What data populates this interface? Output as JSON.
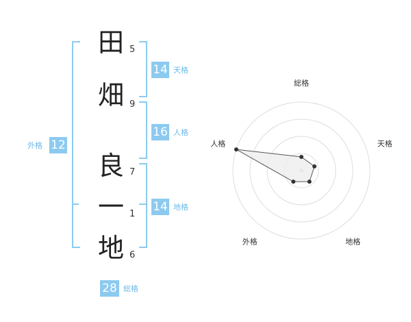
{
  "name": {
    "chars": [
      {
        "char": "田",
        "strokes": "5"
      },
      {
        "char": "畑",
        "strokes": "9"
      },
      {
        "char": "良",
        "strokes": "7"
      },
      {
        "char": "一",
        "strokes": "1"
      },
      {
        "char": "地",
        "strokes": "6"
      }
    ]
  },
  "kaku": {
    "tenkaku": {
      "value": "14",
      "label": "天格"
    },
    "jinkaku": {
      "value": "16",
      "label": "人格"
    },
    "chikaku": {
      "value": "14",
      "label": "地格"
    },
    "gaikaku": {
      "value": "12",
      "label": "外格"
    },
    "soukaku": {
      "value": "28",
      "label": "総格"
    }
  },
  "chart_data": {
    "type": "radar",
    "axes": [
      "総格",
      "天格",
      "地格",
      "外格",
      "人格"
    ],
    "values": [
      0.2,
      0.2,
      0.2,
      0.2,
      1.0
    ],
    "rings": 4,
    "colors": {
      "grid": "#dddddd",
      "fill": "#eeeeee",
      "line": "#555555",
      "point": "#333333",
      "center": "#cccccc"
    }
  }
}
